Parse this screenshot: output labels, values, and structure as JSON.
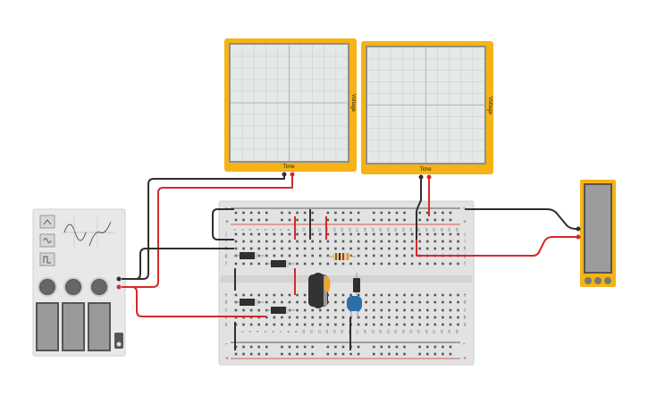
{
  "oscilloscope_1": {
    "x_label": "Time",
    "y_label": "Voltage"
  },
  "oscilloscope_2": {
    "x_label": "Time",
    "y_label": "Voltage"
  },
  "function_generator": {
    "waveforms": [
      "square",
      "triangle",
      "sine"
    ]
  },
  "breadboard": {
    "row_letters_top": [
      "j",
      "i",
      "h",
      "g",
      "f"
    ],
    "row_letters_bottom": [
      "e",
      "d",
      "c",
      "b",
      "a"
    ],
    "column_numbers": [
      "1",
      "2",
      "3",
      "4",
      "5",
      "6",
      "7",
      "8",
      "9",
      "10",
      "11",
      "12",
      "13",
      "14",
      "15",
      "16",
      "17",
      "18",
      "19",
      "20",
      "21",
      "22",
      "23",
      "24",
      "25",
      "26",
      "27",
      "28",
      "29",
      "30"
    ],
    "rail_plus": "+",
    "rail_minus": "-"
  },
  "colors": {
    "scope_frame": "#f5b315",
    "wire_red": "#d42a2a",
    "wire_black": "#2f2f2f"
  }
}
